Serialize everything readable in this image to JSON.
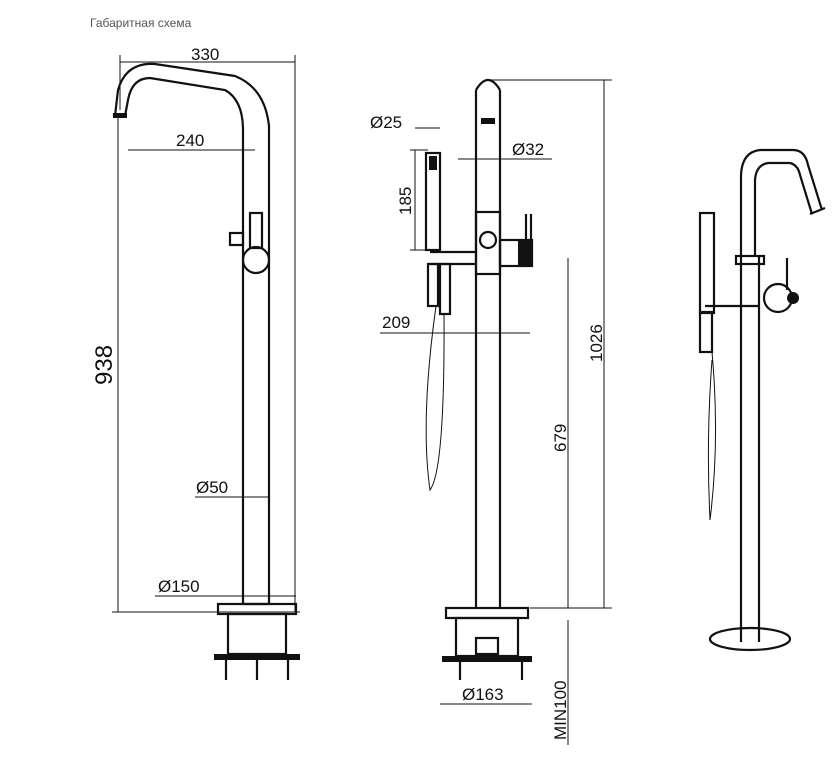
{
  "header": {
    "caption": "Габаритная схема"
  },
  "dimensions": {
    "reach_total": "330",
    "reach_spout": "240",
    "height_total": "938",
    "body_diameter": "Ø50",
    "base_diameter": "Ø150",
    "handshower_diameter": "Ø25",
    "spout_diameter": "Ø32",
    "handshower_length": "185",
    "hose_reach": "209",
    "outlet_height": "679",
    "total_height_side": "1026",
    "flange_diameter": "Ø163",
    "min_depth": "MIN100"
  }
}
